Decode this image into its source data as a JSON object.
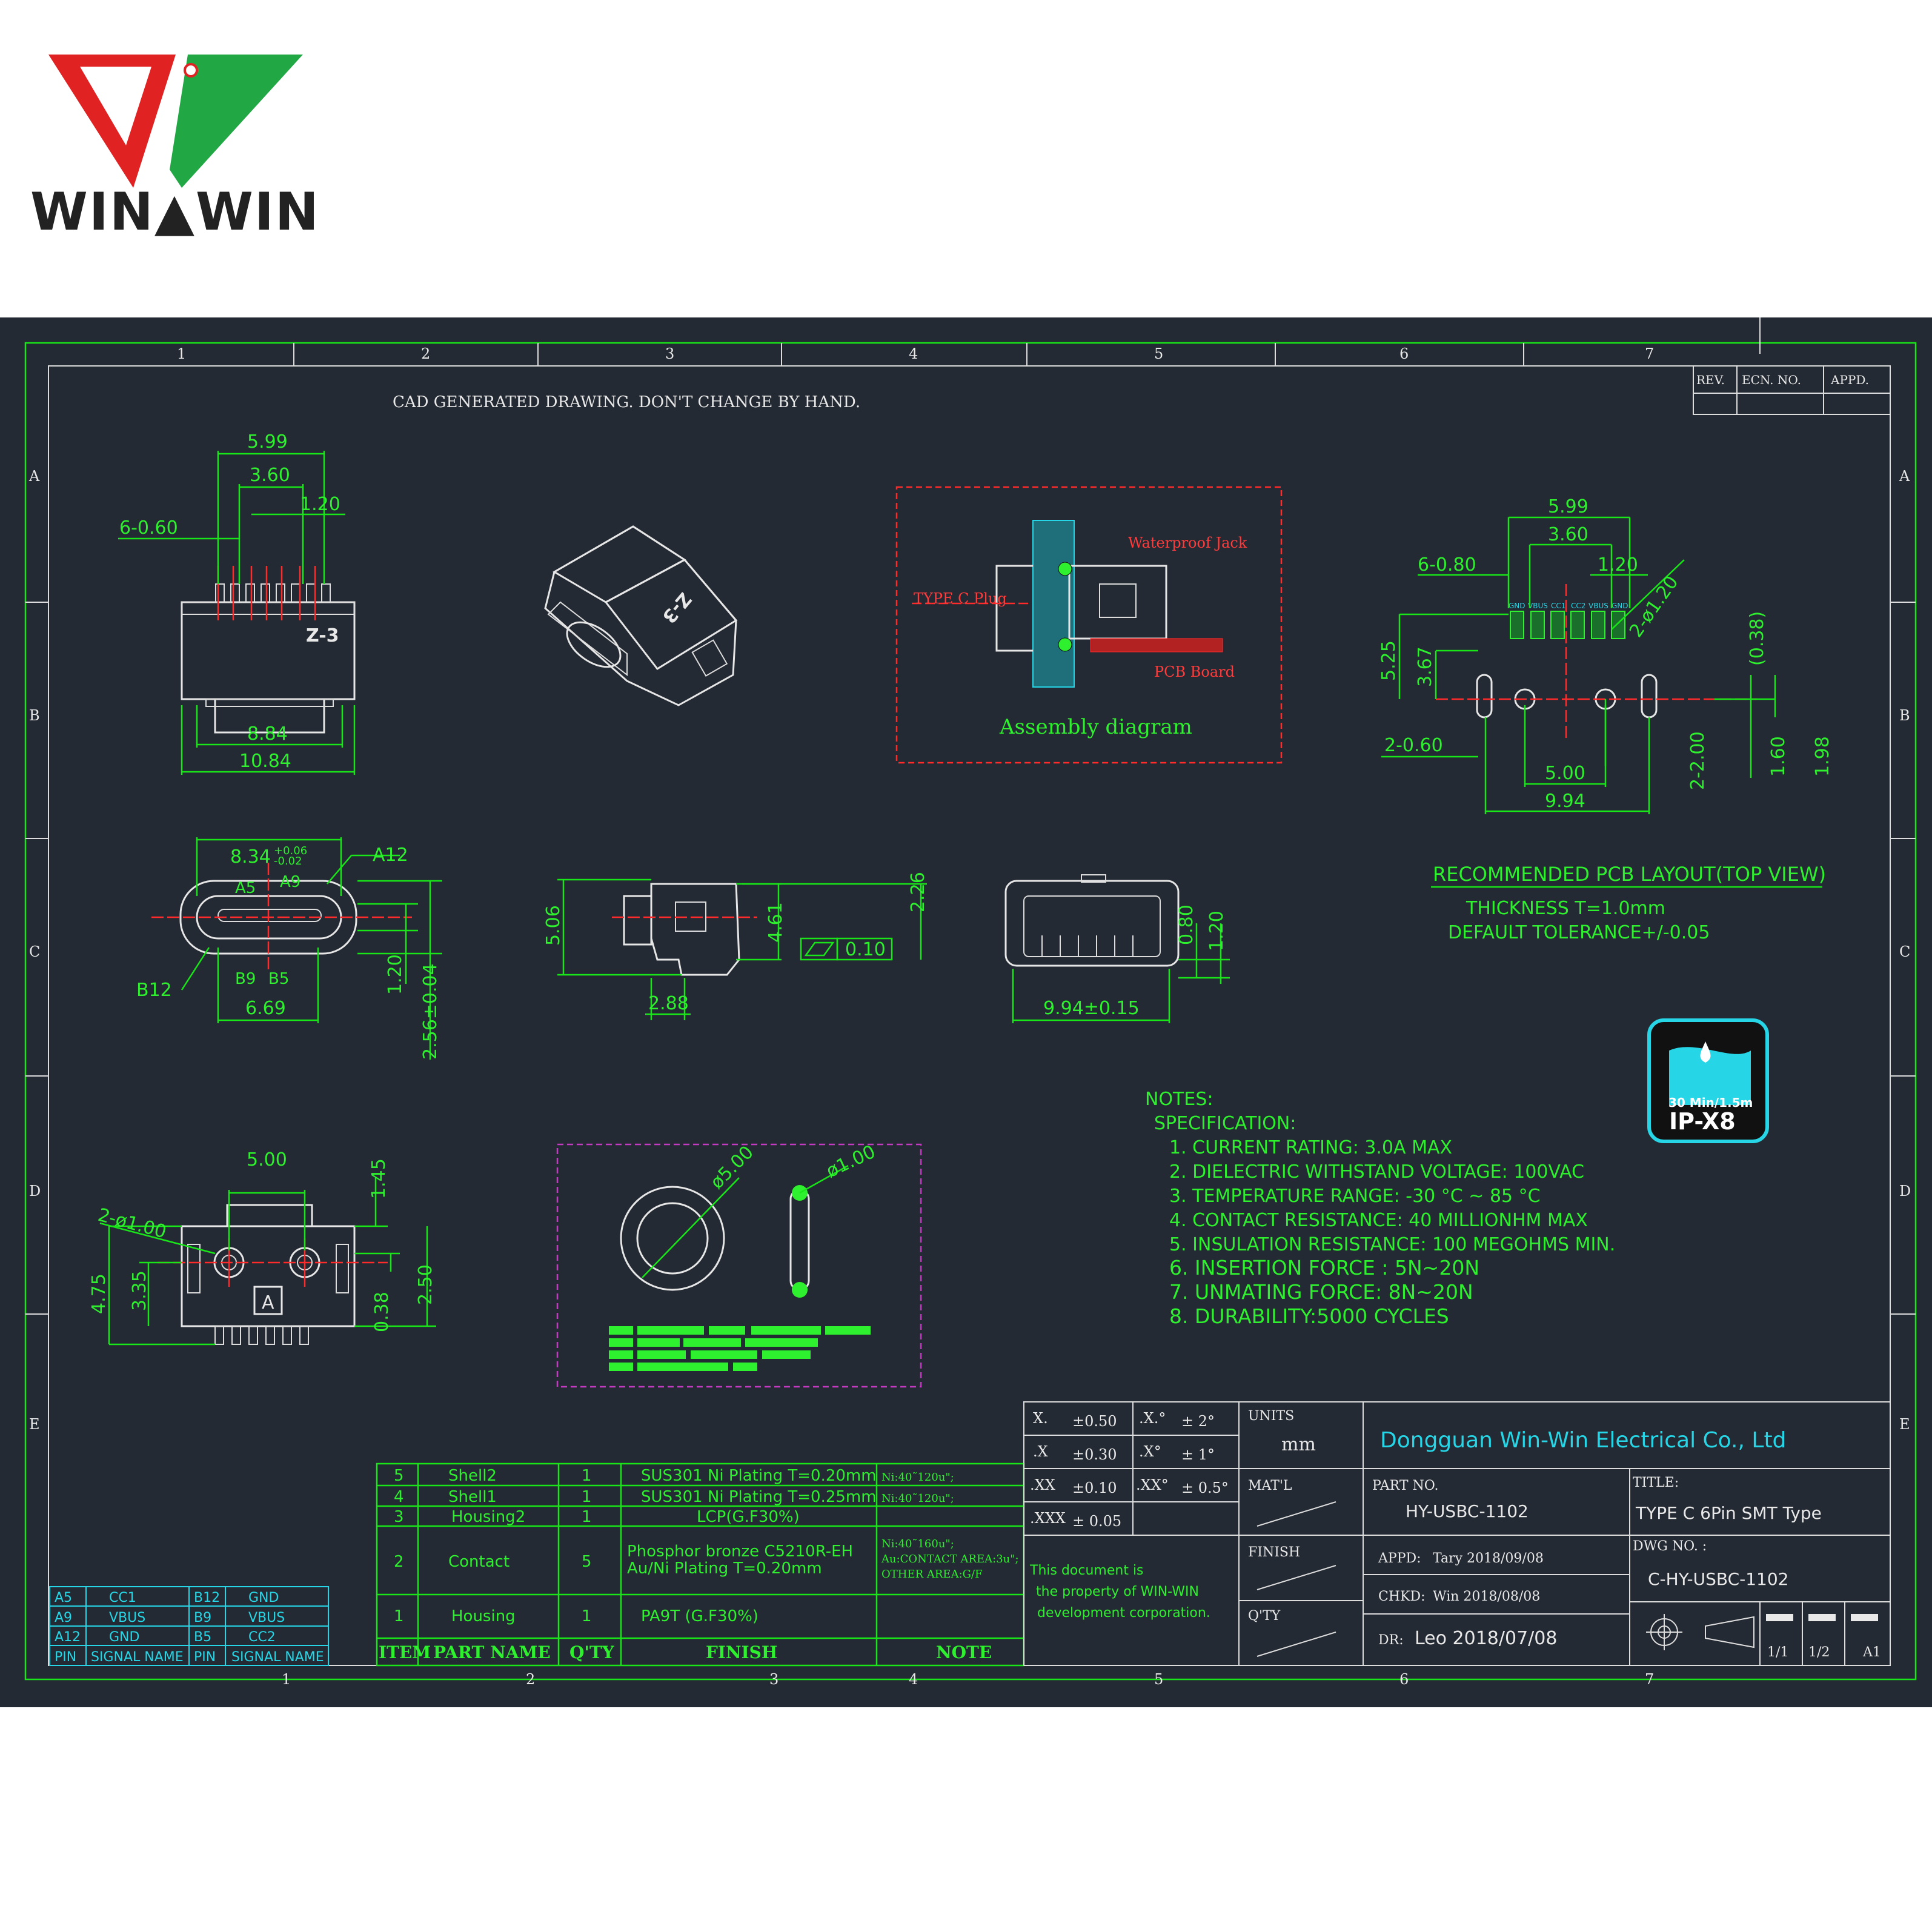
{
  "brand": {
    "name": "WIN▲WIN"
  },
  "drawing": {
    "note": "CAD GENERATED DRAWING.  DON'T CHANGE BY HAND.",
    "col_numbers_top": [
      "1",
      "2",
      "3",
      "4",
      "5",
      "6",
      "7"
    ],
    "col_numbers_bottom": [
      "1",
      "2",
      "3",
      "4",
      "5",
      "6",
      "7"
    ],
    "row_letters": [
      "A",
      "B",
      "C",
      "D",
      "E"
    ],
    "revision": {
      "rev": "REV.",
      "ecn": "ECN. NO.",
      "appd": "APPD."
    }
  },
  "views": {
    "front_top": {
      "d1": "5.99",
      "d2": "3.60",
      "d3": "1.20",
      "d4": "6-0.60",
      "d5": "8.84",
      "d6": "10.84",
      "mark": "Z-3"
    },
    "iso": {
      "mark": "Z-3"
    },
    "assembly": {
      "waterproof": "Waterproof Jack",
      "plug": "TYPE C Plug",
      "pcb": "PCB Board",
      "title": "Assembly diagram"
    },
    "pcb": {
      "d1": "5.99",
      "d2": "3.60",
      "d3": "1.20",
      "d4": "6-0.80",
      "d5": "2-ø1.20",
      "d6": "5.25",
      "d7": "3.67",
      "d8": "(0.38)",
      "d9": "2-0.60",
      "d10": "5.00",
      "d11": "9.94",
      "d12": "2-2.00",
      "d13": "1.60",
      "d14": "1.98",
      "pins": [
        "GND",
        "VBUS",
        "CC1",
        "CC2",
        "VBUS",
        "GND"
      ],
      "layout_title": "RECOMMENDED PCB LAYOUT(TOP VIEW)",
      "thickness": "THICKNESS T=1.0mm",
      "tolerance": "DEFAULT TOLERANCE+/-0.05"
    },
    "front_c": {
      "d1": "8.34",
      "tol_up": "+0.06",
      "tol_dn": "-0.02",
      "a12": "A12",
      "a5": "A5",
      "a9": "A9",
      "b12": "B12",
      "b9": "B9",
      "b5": "B5",
      "d2": "6.69",
      "d3": "1.20",
      "d4": "2.56±0.04"
    },
    "side_c": {
      "d1": "5.06",
      "d2": "4.61",
      "d3": "2.26",
      "d4": "2.88",
      "flat": "0.10"
    },
    "end_c": {
      "d1": "0.80",
      "d2": "1.20",
      "d3": "9.94±0.15"
    },
    "bottom_d": {
      "d1": "5.00",
      "d2": "1.45",
      "d3": "2-ø1.00",
      "d4": "3.35",
      "d5": "4.75",
      "d6": "0.38",
      "d7": "2.50",
      "mark": "A"
    },
    "oring": {
      "d1": "ø5.00",
      "d2": "ø1.00"
    }
  },
  "ipx8": {
    "line1": "30 Min/1.5m",
    "line2": "IP-X8"
  },
  "notes": {
    "title": "NOTES:",
    "spec": "SPECIFICATION:",
    "items": [
      "1.  CURRENT RATING: 3.0A MAX",
      "2.  DIELECTRIC WITHSTAND VOLTAGE: 100VAC",
      "3.  TEMPERATURE RANGE: -30 °C  ~  85 °C",
      "4.  CONTACT RESISTANCE: 40 MILLIONHM MAX",
      "5.  INSULATION RESISTANCE: 100 MEGOHMS MIN.",
      "6.  INSERTION  FORCE  : 5N~20N",
      "7.  UNMATING  FORCE: 8N~20N",
      "8.  DURABILITY:5000  CYCLES"
    ]
  },
  "pin_table": {
    "rows": [
      [
        "A5",
        "CC1",
        "B12",
        "GND"
      ],
      [
        "A9",
        "VBUS",
        "B9",
        "VBUS"
      ],
      [
        "A12",
        "GND",
        "B5",
        "CC2"
      ],
      [
        "PIN",
        "SIGNAL NAME",
        "PIN",
        "SIGNAL NAME"
      ]
    ]
  },
  "bom": {
    "header": [
      "ITEM",
      "PART  NAME",
      "Q'TY",
      "FINISH",
      "NOTE"
    ],
    "rows": [
      {
        "item": "5",
        "part": "Shell2",
        "qty": "1",
        "finish": "SUS301  Ni   Plating  T=0.20mm",
        "note": "Ni:40˜120u\";"
      },
      {
        "item": "4",
        "part": "Shell1",
        "qty": "1",
        "finish": "SUS301  Ni   Plating  T=0.25mm",
        "note": "Ni:40˜120u\";"
      },
      {
        "item": "3",
        "part": "Housing2",
        "qty": "1",
        "finish": "LCP(G.F30%)",
        "note": ""
      },
      {
        "item": "2",
        "part": "Contact",
        "qty": "5",
        "finish": "Phosphor bronze  C5210R-EH",
        "finish2": "Au/Ni   Plating   T=0.20mm",
        "note": "Ni:40˜160u\";",
        "note2": "Au:CONTACT AREA:3u\";",
        "note3": "OTHER AREA:G/F"
      },
      {
        "item": "1",
        "part": "Housing",
        "qty": "1",
        "finish": "PA9T  (G.F30%)",
        "note": ""
      }
    ]
  },
  "tolerances": {
    "rows": [
      [
        ".X",
        "±0.50",
        ".X.°",
        "± 2°"
      ],
      [
        ".X",
        "±0.30",
        ".X°",
        "± 1°"
      ],
      [
        ".XX",
        "±0.10",
        ".XX°",
        "± 0.5°"
      ],
      [
        ".XXX",
        "± 0.05",
        "",
        ""
      ]
    ],
    "first_label": "X."
  },
  "titleblock": {
    "units_label": "UNITS",
    "units": "mm",
    "matl": "MAT'L",
    "finish": "FINISH",
    "qty": "Q'TY",
    "company": "Dongguan  Win-Win  Electrical  Co., Ltd",
    "part_no_label": "PART  NO.",
    "part_no": "HY-USBC-1102",
    "title_label": "TITLE:",
    "title": "TYPE C 6Pin  SMT Type",
    "property1": "This  document  is",
    "property2": "the  property  of  WIN-WIN",
    "property3": "development  corporation.",
    "appd_label": "APPD:",
    "appd": "Tary  2018/09/08",
    "chkd_label": "CHKD:",
    "chkd": "Win  2018/08/08",
    "dr_label": "DR:",
    "dr": "Leo  2018/07/08",
    "dwg_label": "DWG NO. :",
    "dwg": "C-HY-USBC-1102",
    "scale": [
      "1/1",
      "1/2",
      "A1"
    ]
  }
}
